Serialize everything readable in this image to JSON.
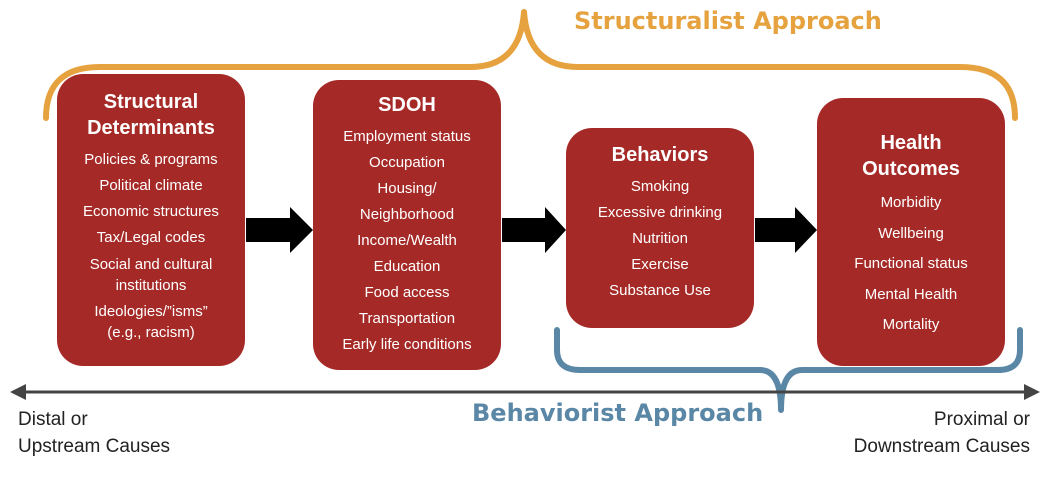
{
  "structuralist_label": "Structuralist Approach",
  "behaviorist_label": "Behaviorist Approach",
  "axis": {
    "left_line1": "Distal or",
    "left_line2": "Upstream Causes",
    "right_line1": "Proximal or",
    "right_line2": "Downstream Causes"
  },
  "boxes": [
    {
      "title_line1": "Structural",
      "title_line2": "Determinants",
      "items": [
        "Policies & programs",
        "Political climate",
        "Economic structures",
        "Tax/Legal codes",
        "Social and cultural",
        "institutions",
        "Ideologies/”isms”",
        "(e.g., racism)"
      ]
    },
    {
      "title_line1": "SDOH",
      "items": [
        "Employment status",
        "Occupation",
        "Housing/",
        "Neighborhood",
        "Income/Wealth",
        "Education",
        "Food access",
        "Transportation",
        "Early life conditions"
      ]
    },
    {
      "title_line1": "Behaviors",
      "items": [
        "Smoking",
        "Excessive drinking",
        "Nutrition",
        "Exercise",
        "Substance Use"
      ]
    },
    {
      "title_line1": "Health",
      "title_line2": "Outcomes",
      "items": [
        "Morbidity",
        "Wellbeing",
        "Functional status",
        "Mental Health",
        "Mortality"
      ]
    }
  ],
  "colors": {
    "box_fill": "#a52a27",
    "structuralist": "#e5a23e",
    "behaviorist": "#5a87a6",
    "arrow": "#000000",
    "axis": "#444444"
  }
}
